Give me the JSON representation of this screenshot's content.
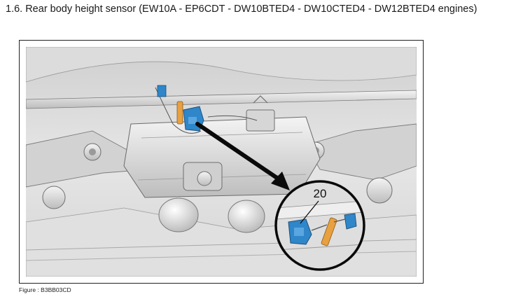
{
  "document": {
    "section_title": "1.6. Rear body height sensor (EW10A - EP6CDT - DW10BTED4 - DW10CTED4 - DW12BTED4 engines)",
    "figure": {
      "callout_number": "20",
      "caption": "Figure : B3BB03CD"
    }
  },
  "colors": {
    "sensor_blue": "#2f86c9",
    "link_orange": "#e8a040",
    "arrow_black": "#0a0a0a",
    "chassis_grey": "#d8d8d8"
  }
}
